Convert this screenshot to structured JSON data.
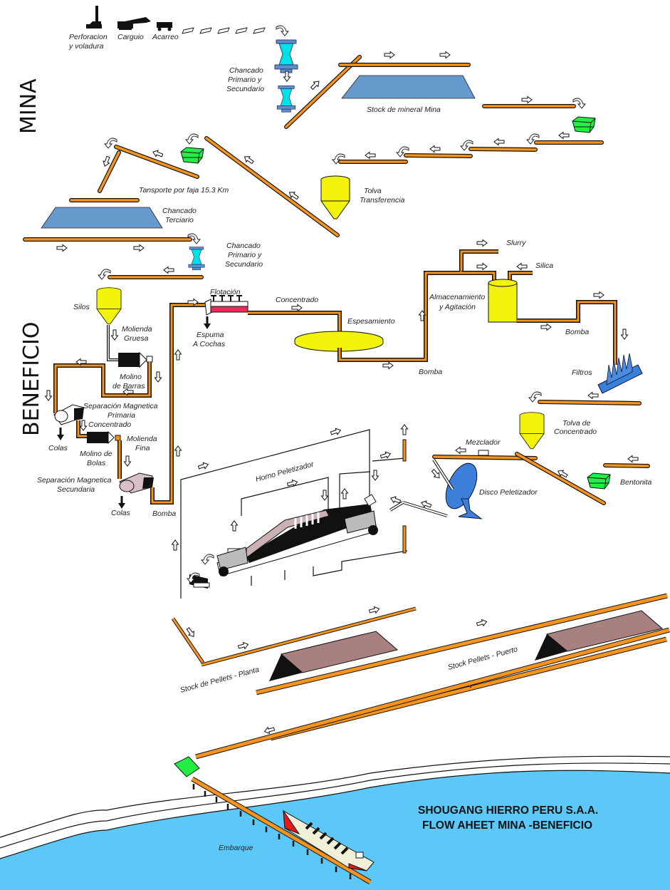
{
  "sections": {
    "mina": "MINA",
    "beneficio": "BENEFICIO"
  },
  "title": {
    "line1": "SHOUGANG HIERRO PERU S.A.A.",
    "line2": "FLOW AHEET MINA -BENEFICIO"
  },
  "colors": {
    "conveyor": "#f7941d",
    "stockpile": "#6699cc",
    "hopper": "#f2f20a",
    "green_box": "#22ee44",
    "sea": "#5bc8f7",
    "pellet_pile": "#a88080",
    "crusher": "#00e0e8"
  },
  "labels": {
    "perforacion_1": "Perforacion",
    "perforacion_2": "y voladura",
    "carguio": "Carguio",
    "acarreo": "Acarreo",
    "chancado_ps_1": "Chancado",
    "chancado_ps_2": "Primario y",
    "chancado_ps_3": "Secundario",
    "stock_mina": "Stock de mineral Mina",
    "tolva_transf_1": "Tolva",
    "tolva_transf_2": "Transferencia",
    "transporte": "Tansporte por faja 15.3 Km",
    "chancado_terc_1": "Chancado",
    "chancado_terc_2": "Terciario",
    "chancado_ps2_1": "Chancado",
    "chancado_ps2_2": "Primario y",
    "chancado_ps2_3": "Secundario",
    "silos": "Silos",
    "molienda_gruesa_1": "Molienda",
    "molienda_gruesa_2": "Gruesa",
    "molino_barras_1": "Molino",
    "molino_barras_2": "de Barras",
    "sep_mag_prim_1": "Separación Magnetica",
    "sep_mag_prim_2": "Primaria",
    "concentrado_1": "Concentrado",
    "colas_1": "Colas",
    "molino_bolas_1": "Molino de",
    "molino_bolas_2": "Bolas",
    "molienda_fina_1": "Molienda",
    "molienda_fina_2": "Fina",
    "sep_mag_sec_1": "Separación Magnetica",
    "sep_mag_sec_2": "Secundaria",
    "colas_2": "Colas",
    "bomba_1": "Bomba",
    "flotacion": "Flotación",
    "espuma_1": "Espuma",
    "espuma_2": "A Cochas",
    "concentrado_2": "Concentrado",
    "espesamiento": "Espesamiento",
    "bomba_2": "Bomba",
    "slurry": "Slurry",
    "silica": "Silica",
    "almacenamiento_1": "Almacenamiento",
    "almacenamiento_2": "y Agitación",
    "bomba_3": "Bomba",
    "filtros": "Filtros",
    "tolva_conc_1": "Tolva de",
    "tolva_conc_2": "Concentrado",
    "mezclador": "Mezclador",
    "bentonita": "Bentonita",
    "disco": "Disco Peletizador",
    "horno": "Horno Peletizador",
    "stock_planta": "Stock de Pellets - Planta",
    "stock_puerto": "Stock Pellets - Puerto",
    "embarque": "Embarque"
  }
}
